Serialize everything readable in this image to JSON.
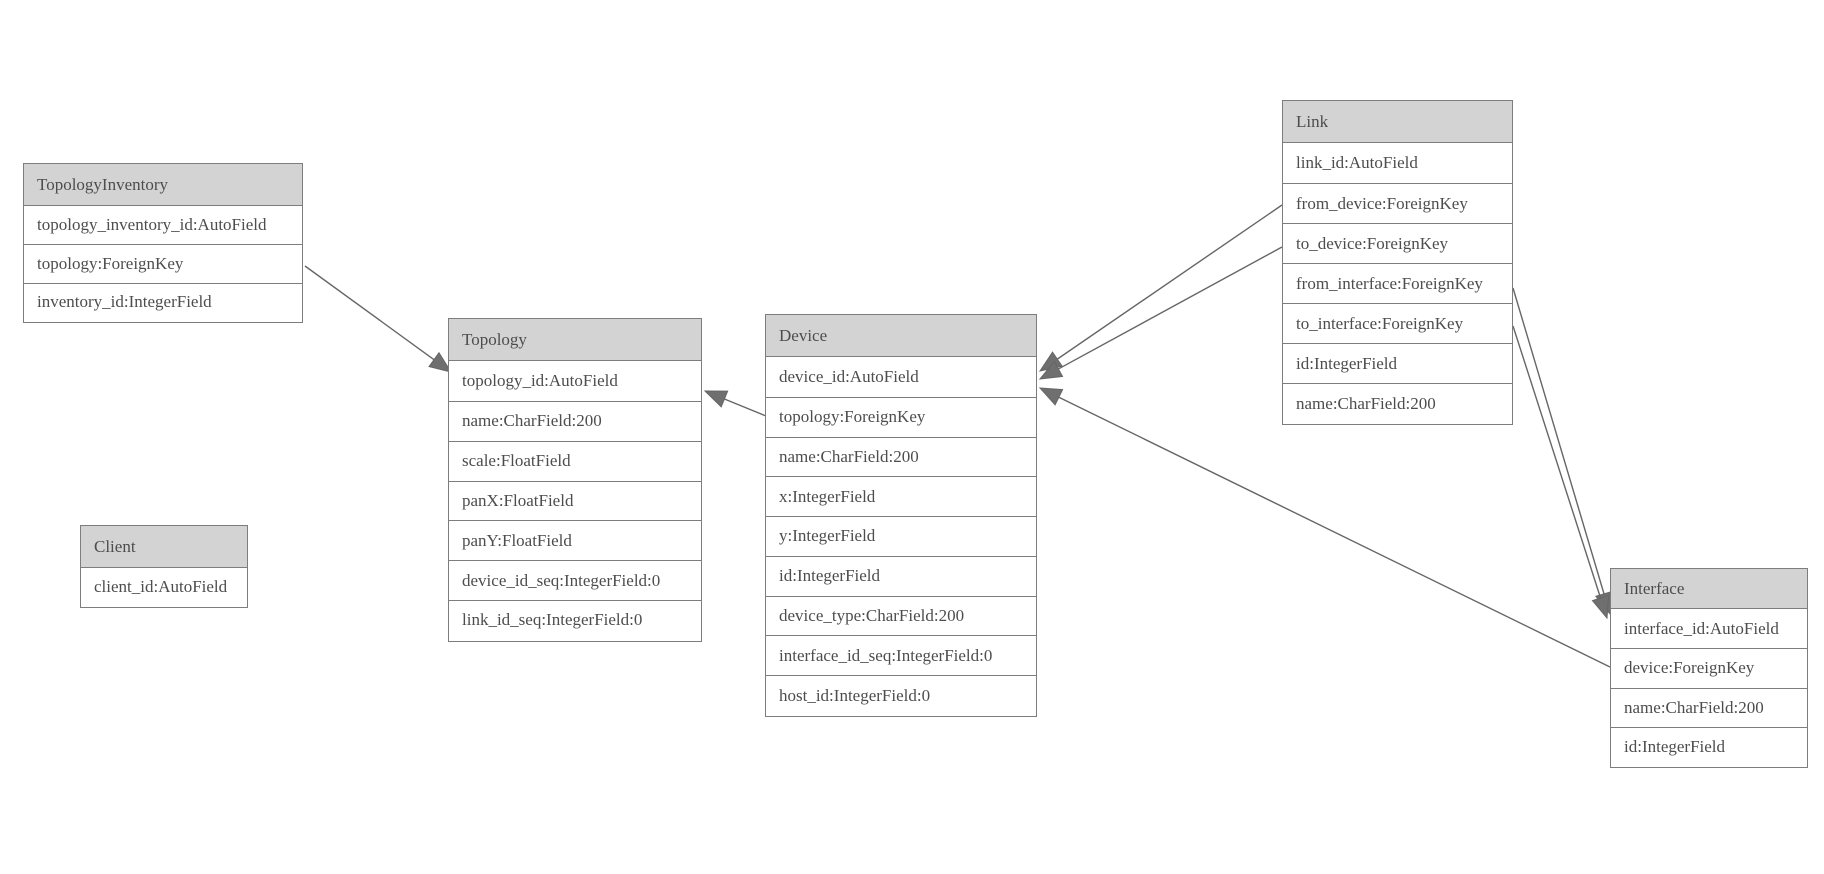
{
  "diagram_type": "entity-relationship-model-diagram",
  "colors": {
    "background": "#ffffff",
    "header_bg": "#d3d3d3",
    "border": "#7d7d7d",
    "text": "#4d4d4d",
    "edge": "#666666",
    "arrowhead": "#6f6f6f"
  },
  "entities": [
    {
      "id": "topology_inventory",
      "title": "TopologyInventory",
      "fields": [
        "topology_inventory_id:AutoField",
        "topology:ForeignKey",
        "inventory_id:IntegerField"
      ]
    },
    {
      "id": "topology",
      "title": "Topology",
      "fields": [
        "topology_id:AutoField",
        "name:CharField:200",
        "scale:FloatField",
        "panX:FloatField",
        "panY:FloatField",
        "device_id_seq:IntegerField:0",
        "link_id_seq:IntegerField:0"
      ]
    },
    {
      "id": "client",
      "title": "Client",
      "fields": [
        "client_id:AutoField"
      ]
    },
    {
      "id": "device",
      "title": "Device",
      "fields": [
        "device_id:AutoField",
        "topology:ForeignKey",
        "name:CharField:200",
        "x:IntegerField",
        "y:IntegerField",
        "id:IntegerField",
        "device_type:CharField:200",
        "interface_id_seq:IntegerField:0",
        "host_id:IntegerField:0"
      ]
    },
    {
      "id": "link",
      "title": "Link",
      "fields": [
        "link_id:AutoField",
        "from_device:ForeignKey",
        "to_device:ForeignKey",
        "from_interface:ForeignKey",
        "to_interface:ForeignKey",
        "id:IntegerField",
        "name:CharField:200"
      ]
    },
    {
      "id": "interface",
      "title": "Interface",
      "fields": [
        "interface_id:AutoField",
        "device:ForeignKey",
        "name:CharField:200",
        "id:IntegerField"
      ]
    }
  ],
  "relationships": [
    {
      "id": "e1",
      "from": "TopologyInventory.topology",
      "to": "Topology.topology_id"
    },
    {
      "id": "e2",
      "from": "Device.topology",
      "to": "Topology.topology_id"
    },
    {
      "id": "e3",
      "from": "Link.from_device",
      "to": "Device.device_id"
    },
    {
      "id": "e4",
      "from": "Link.to_device",
      "to": "Device.device_id"
    },
    {
      "id": "e5",
      "from": "Interface.device",
      "to": "Device.device_id"
    },
    {
      "id": "e6",
      "from": "Link.from_interface",
      "to": "Interface.interface_id"
    },
    {
      "id": "e7",
      "from": "Link.to_interface",
      "to": "Interface.interface_id"
    }
  ]
}
